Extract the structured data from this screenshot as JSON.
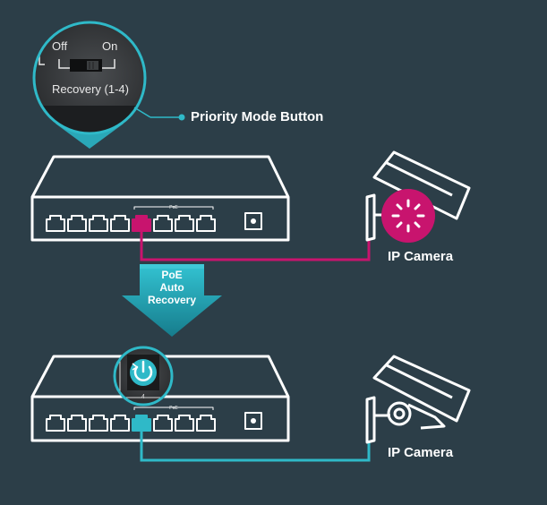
{
  "callout": {
    "off_label": "Off",
    "on_label": "On",
    "recovery_label": "Recovery (1-4)",
    "title": "Priority Mode Button"
  },
  "arrow": {
    "line1": "PoE",
    "line2": "Auto",
    "line3": "Recovery"
  },
  "top_camera": {
    "label": "IP Camera",
    "status": "rebooting"
  },
  "bottom_camera": {
    "label": "IP Camera",
    "status": "working"
  },
  "bottom_callout": {
    "port_number": "4"
  },
  "switch_port_group_label": "PoE",
  "colors": {
    "background": "#2c3e48",
    "outline": "#ffffff",
    "accent_teal": "#2fb9c8",
    "accent_magenta": "#c8146e"
  },
  "icons": [
    "dip-switch-icon",
    "switch-device-icon",
    "ip-camera-icon",
    "loading-spinner-icon",
    "power-restart-icon",
    "down-arrow-icon"
  ]
}
